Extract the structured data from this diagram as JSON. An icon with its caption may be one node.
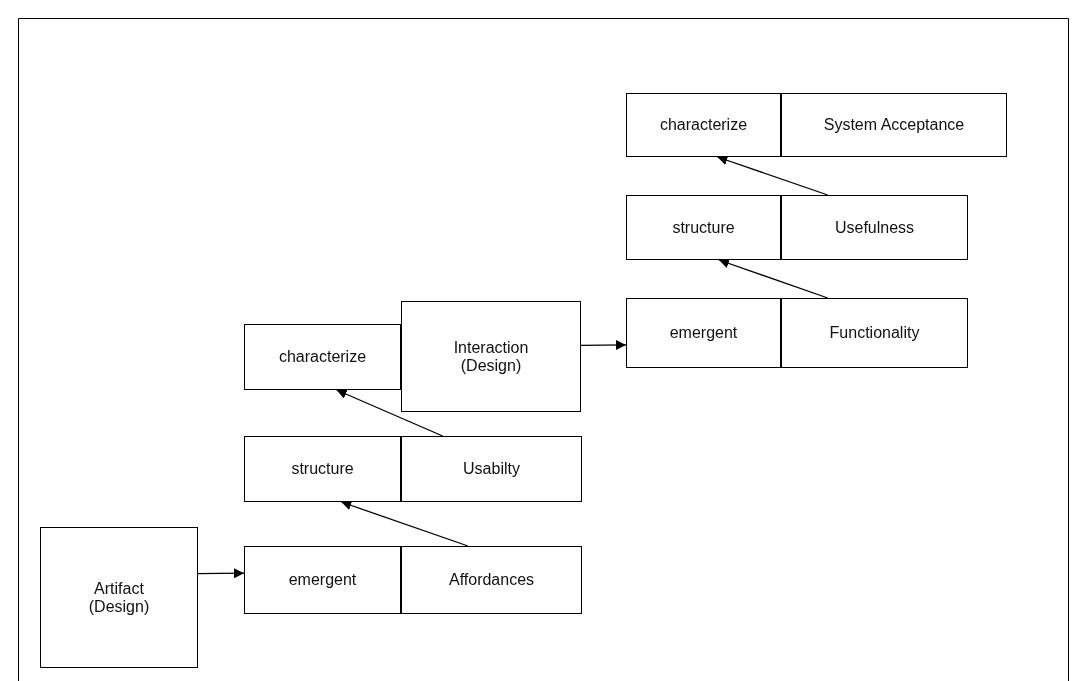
{
  "diagram": {
    "nodes": [
      {
        "text": [
          "Artifact (Design)"
        ]
      },
      {
        "text": [
          "emergent"
        ]
      },
      {
        "text": [
          "Affordances"
        ]
      },
      {
        "text": [
          "structure"
        ]
      },
      {
        "text": [
          "Usabilty"
        ]
      },
      {
        "text": [
          "characterize"
        ]
      },
      {
        "text": [
          "Interaction (Design)"
        ]
      },
      {
        "text": [
          "emergent"
        ]
      },
      {
        "text": [
          "Functionality"
        ]
      },
      {
        "text": [
          "structure"
        ]
      },
      {
        "text": [
          "Usefulness"
        ]
      },
      {
        "text": [
          "characterize"
        ]
      },
      {
        "text": [
          "System Acceptance"
        ]
      }
    ],
    "edges": [
      {
        "from": 0,
        "to": 1,
        "arrow": "to"
      },
      {
        "from": 2,
        "to": 3,
        "arrow": "to"
      },
      {
        "from": 4,
        "to": 5,
        "arrow": "to"
      },
      {
        "from": 6,
        "to": 7,
        "arrow": "to"
      },
      {
        "from": 8,
        "to": 9,
        "arrow": "to"
      },
      {
        "from": 10,
        "to": 11,
        "arrow": "to"
      }
    ]
  }
}
